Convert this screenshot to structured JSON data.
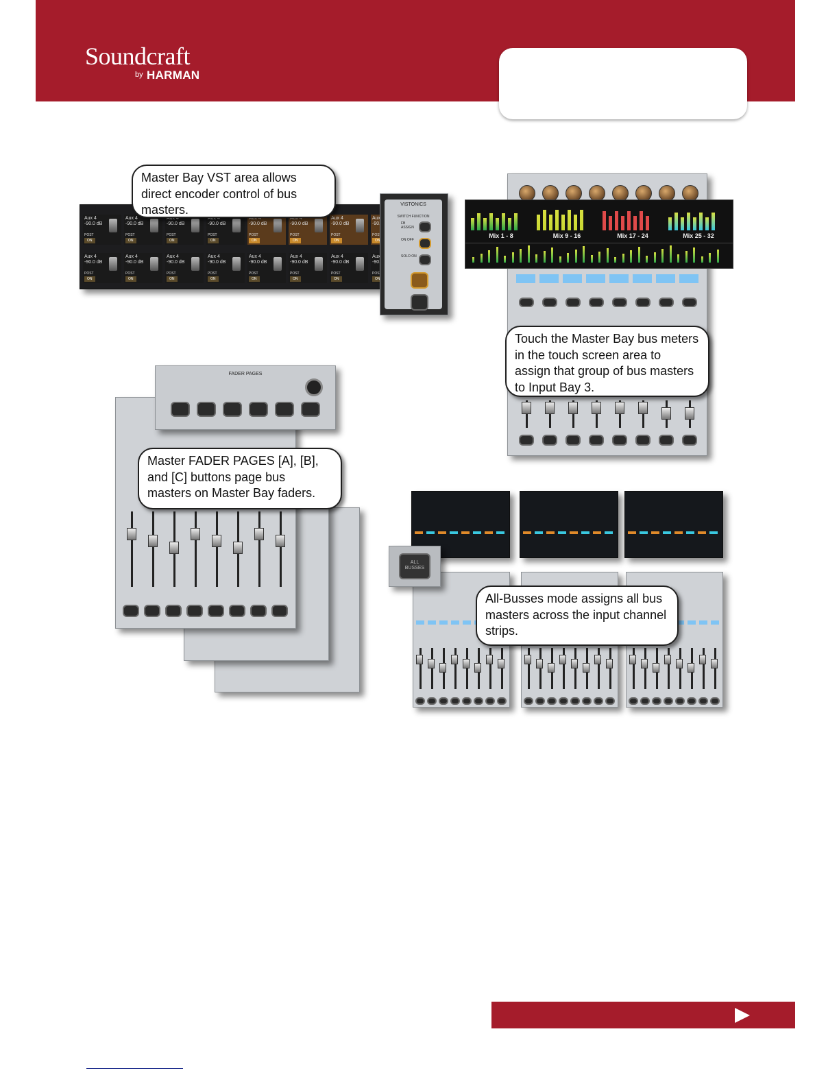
{
  "header": {
    "brand": "Soundcraft",
    "brand_by": "by",
    "brand_parent": "HARMAN",
    "accent_color": "#a51c2b"
  },
  "figures": {
    "vst": {
      "callout": "Master Bay VST area allows direct encoder control of bus masters.",
      "aux_label": "Aux 4",
      "level": "-90.0 dB",
      "post": "POST",
      "on": "ON",
      "panel_title": "VISTONICS",
      "switch_function": "SWITCH FUNCTION",
      "sw1": "FB ASSIGN",
      "sw2": "ON OFF",
      "sw3": "SOLO ON"
    },
    "bus_meters": {
      "callout": "Touch the Master Bay bus meters in the touch screen area to assign that group of bus masters to Input Bay 3.",
      "groups": [
        "Mix 1 - 8",
        "Mix 9 - 16",
        "Mix 17 - 24",
        "Mix 25 - 32"
      ]
    },
    "fader_pages": {
      "callout": "Master FADER PAGES [A], [B], and [C] buttons page bus masters on Master Bay faders.",
      "panel_title": "FADER PAGES"
    },
    "all_busses": {
      "callout": "All-Busses mode assigns all bus masters across the input channel strips.",
      "button_label": "ALL BUSSES"
    }
  },
  "footer": {
    "next_icon": "play-arrow-icon"
  }
}
